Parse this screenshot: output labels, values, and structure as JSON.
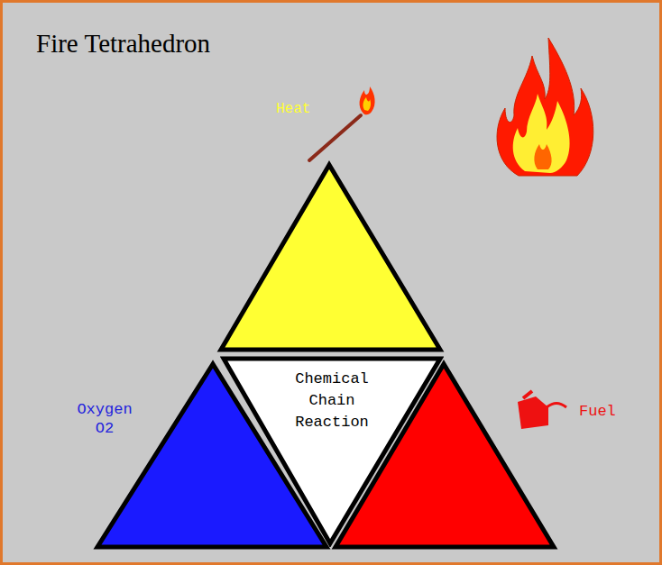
{
  "diagram": {
    "title": "Fire Tetrahedron",
    "nodes": [
      {
        "text": [
          "Chemical Chain Reaction"
        ]
      }
    ],
    "labels": [
      "Heat",
      "Oxygen O2",
      "Fuel"
    ]
  }
}
